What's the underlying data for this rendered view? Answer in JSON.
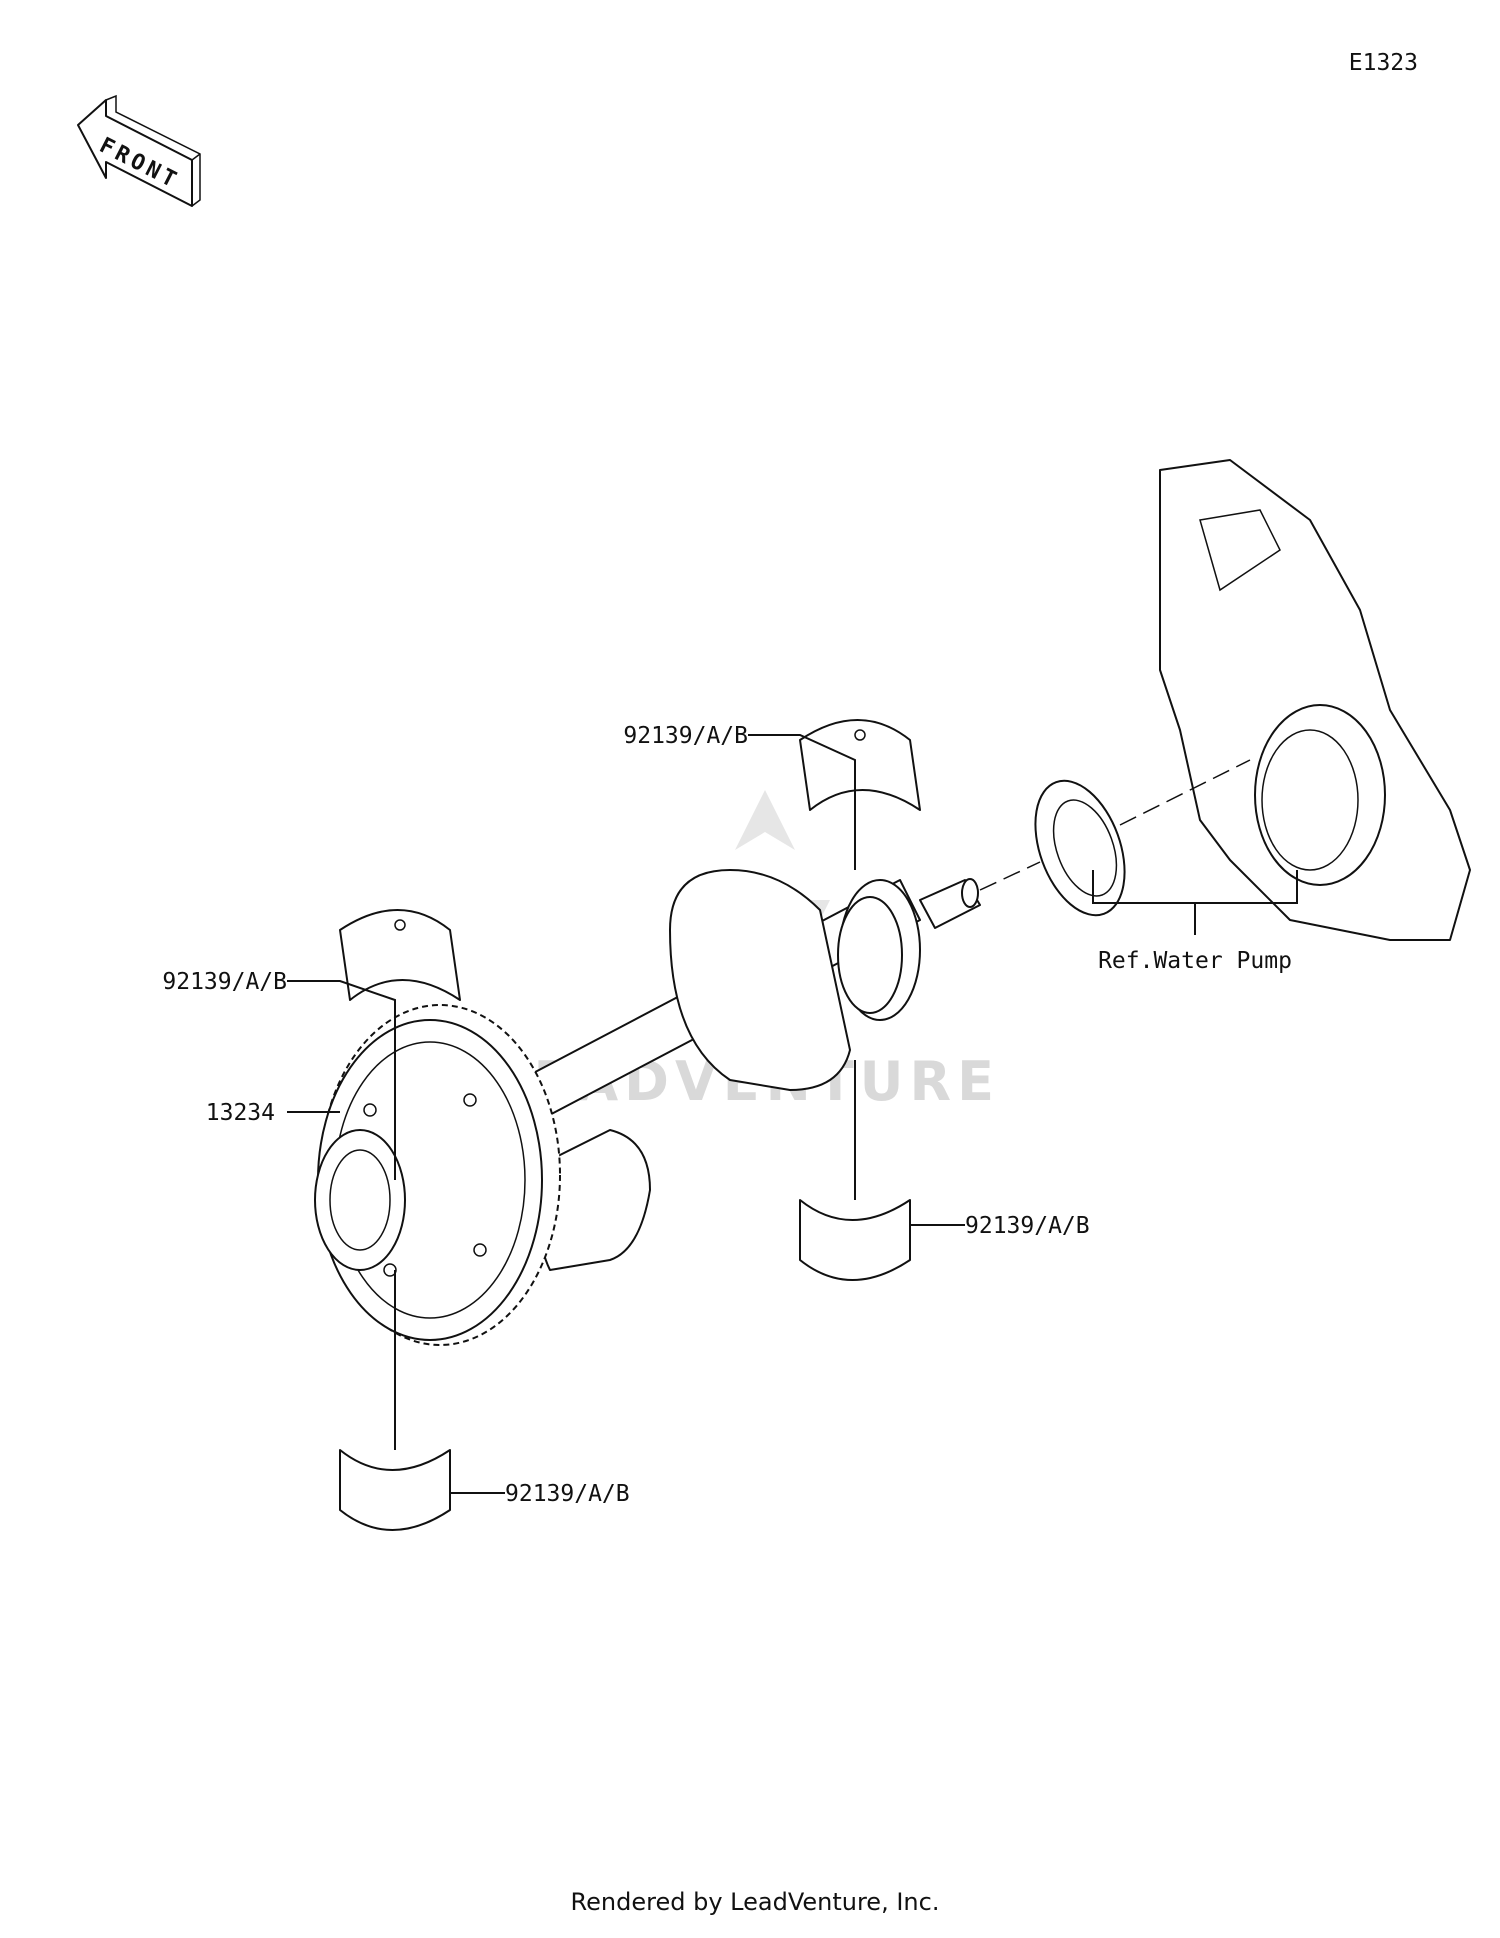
{
  "diagram_code": "E1323",
  "front_label": "FRONT",
  "watermark": "LEADVENTURE",
  "footer": "Rendered by LeadVenture, Inc.",
  "callouts": {
    "bearing_upper_right": "92139/A/B",
    "bearing_upper_left": "92139/A/B",
    "gear": "13234",
    "bearing_lower_right": "92139/A/B",
    "bearing_lower_left": "92139/A/B",
    "reference": "Ref.Water Pump"
  }
}
